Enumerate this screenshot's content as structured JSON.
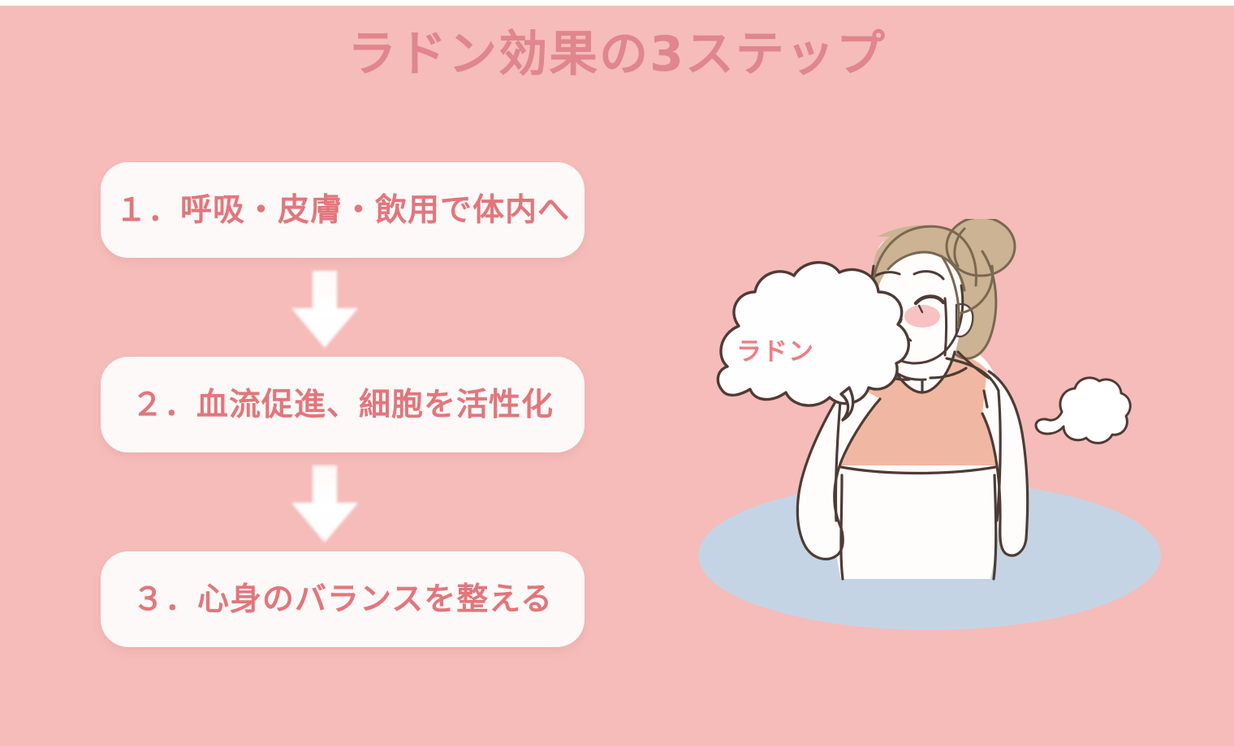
{
  "page": {
    "title": "ラドン効果の3ステップ",
    "background_color": "#f5bcb9",
    "title_color": "#e0868c"
  },
  "steps": [
    {
      "number": "1",
      "label": "１．呼吸・皮膚・飲用で体内へ",
      "box_color": "#fdf9f8",
      "text_color": "#e2767c"
    },
    {
      "number": "2",
      "label": "２．血流促進、細胞を活性化",
      "box_color": "#fdf9f8",
      "text_color": "#e2767c"
    },
    {
      "number": "3",
      "label": "３．心身のバランスを整える",
      "box_color": "#fdf9f8",
      "text_color": "#e2767c"
    }
  ],
  "connectors": [
    {
      "icon": "down-arrow-icon",
      "color": "#ffffff"
    },
    {
      "icon": "down-arrow-icon",
      "color": "#ffffff"
    }
  ],
  "illustration": {
    "description": "woman-bathing-drinking-water",
    "speech_bubble_text": "ラドン",
    "speech_bubble_text_color": "#ef7e80",
    "bath_water_color": "#c5d4e4",
    "skin_color": "#fffdfc",
    "hair_color": "#cbb393",
    "bra_color": "#f0b8a2",
    "glass_water_color": "#aed3ec",
    "outline_color": "#4e3b35",
    "blush_color": "#f8b6b6",
    "steam_icon": "steam-cloud-icon"
  }
}
